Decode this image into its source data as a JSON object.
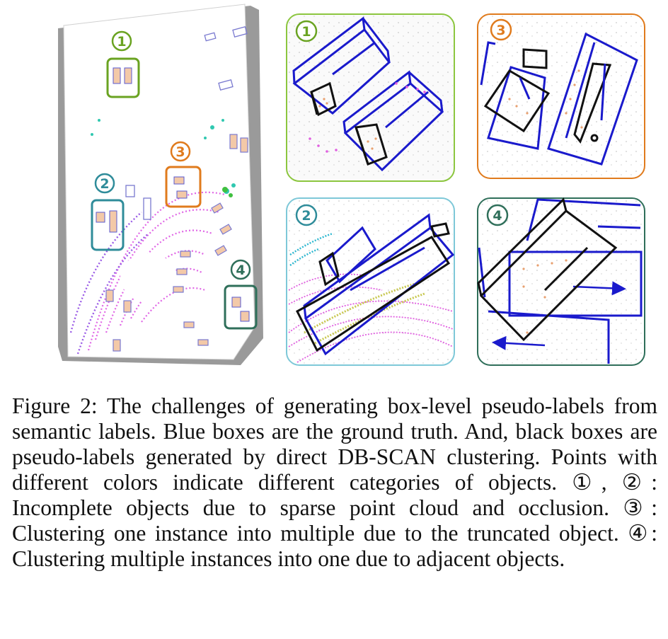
{
  "figure": {
    "markers": [
      {
        "id": "m1",
        "text": "1",
        "color": "#6aa321"
      },
      {
        "id": "m2",
        "text": "2",
        "color": "#2f8c9a"
      },
      {
        "id": "m3",
        "text": "3",
        "color": "#e07b1d"
      },
      {
        "id": "m4",
        "text": "4",
        "color": "#2f6f5a"
      }
    ],
    "colors": {
      "ground_truth": "#1a1acc",
      "pseudo_label": "#111111",
      "points_car": "#e8a070",
      "points_road": "#e060e0",
      "points_truck": "#c8c850",
      "points_veg": "#30c8b0"
    }
  },
  "caption": {
    "text": "Figure 2: The challenges of generating box-level pseudo-labels from semantic labels. Blue boxes are the ground truth. And, black boxes are pseudo-labels generated by direct DB-SCAN clustering. Points with different colors indicate different categories of objects. ①, ②: Incomplete objects due to sparse point cloud and occlusion. ③: Clustering one instance into multiple due to the truncated object. ④: Clustering multiple instances into one due to adjacent objects."
  }
}
